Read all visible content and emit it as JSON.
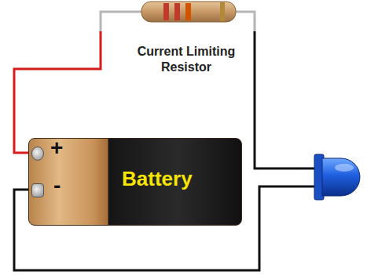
{
  "diagram": {
    "nodes": [
      {
        "text": [
          "Battery"
        ]
      }
    ],
    "labels": [
      "Current Limiting Resistor",
      "+",
      "-"
    ]
  }
}
